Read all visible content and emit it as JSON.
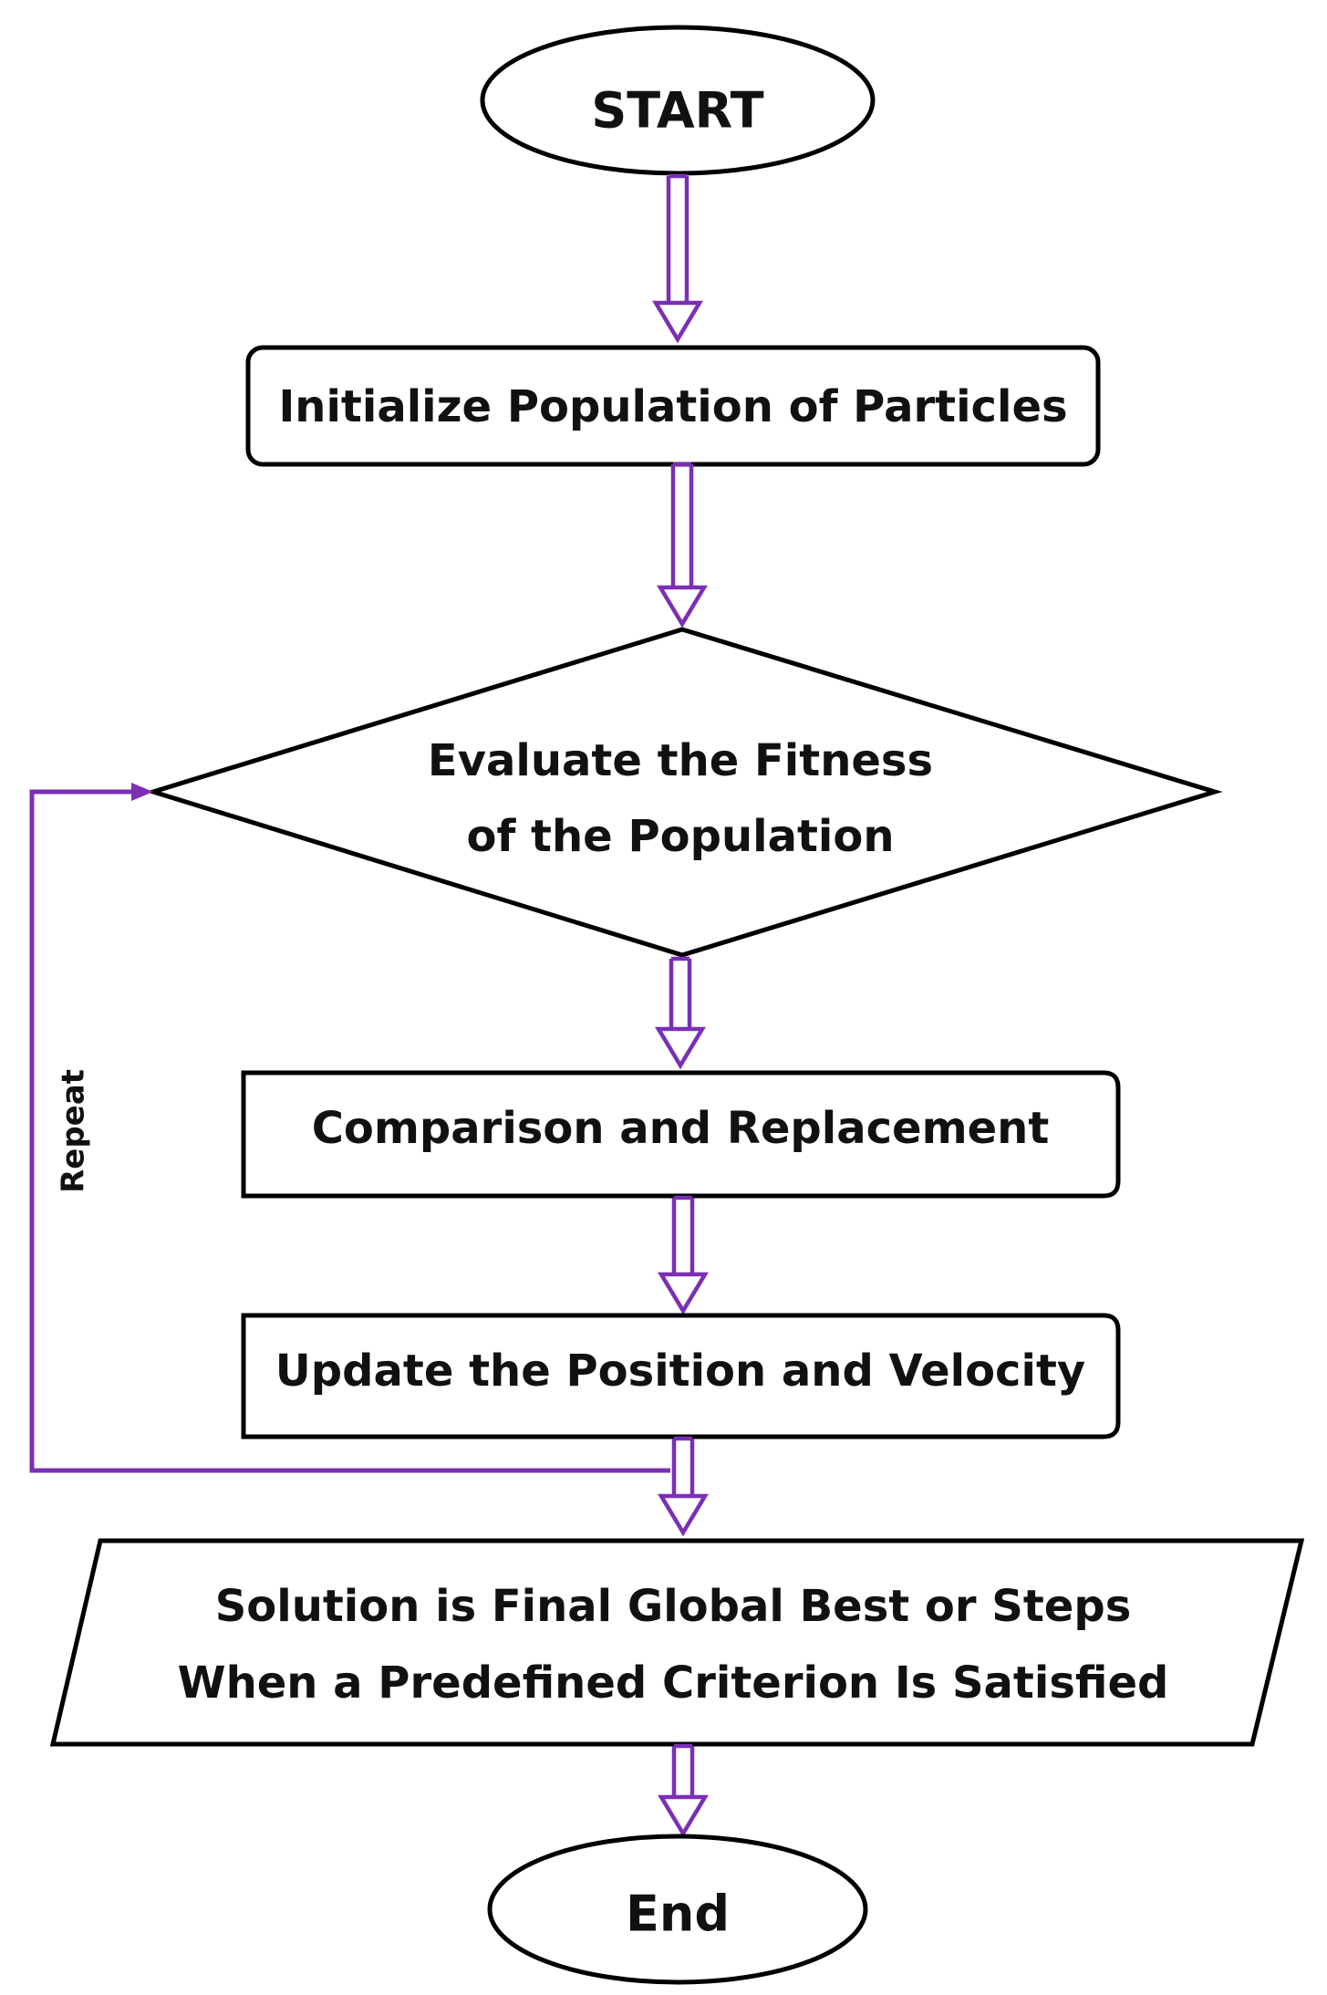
{
  "colors": {
    "arrow": "#7b2fb5",
    "outline": "#000000",
    "text": "#111111",
    "background": "#ffffff"
  },
  "nodes": {
    "start": {
      "label": "START"
    },
    "initialize": {
      "label": "Initialize Population of Particles"
    },
    "evaluate": {
      "line1": "Evaluate the Fitness",
      "line2": "of the Population"
    },
    "compare": {
      "label": "Comparison and Replacement"
    },
    "update": {
      "label": "Update the Position and Velocity"
    },
    "solution": {
      "line1": "Solution is Final Global Best or Steps",
      "line2": "When a Predefined Criterion Is Satisfied"
    },
    "end": {
      "label": "End"
    }
  },
  "loop": {
    "label": "Repeat"
  }
}
